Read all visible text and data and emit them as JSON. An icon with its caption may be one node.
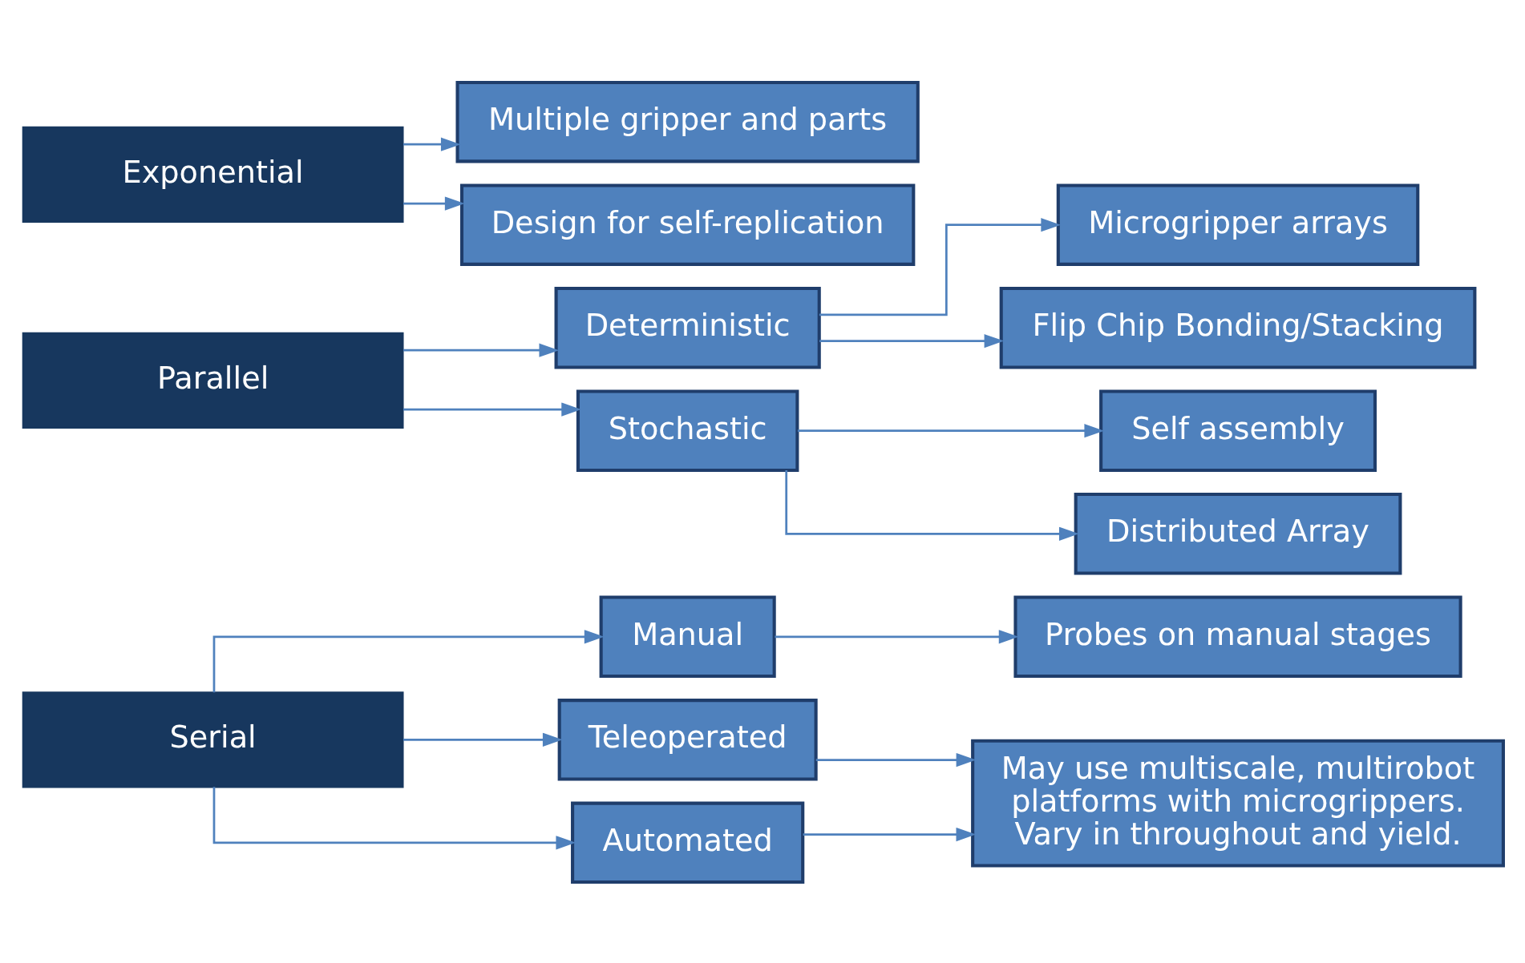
{
  "diagram": {
    "nodes": [
      {
        "text": [
          "Serial"
        ]
      },
      {
        "text": [
          "Manual"
        ]
      },
      {
        "text": [
          "Teleoperated"
        ]
      },
      {
        "text": [
          "Automated"
        ]
      },
      {
        "text": [
          "Probes on manual stages"
        ]
      },
      {
        "text": [
          "May use multiscale, multirobot platforms with microgrippers. Vary in throughout and yield."
        ]
      },
      {
        "text": [
          "Parallel"
        ]
      },
      {
        "text": [
          "Deterministic"
        ]
      },
      {
        "text": [
          "Stochastic"
        ]
      },
      {
        "text": [
          "Microgripper arrays"
        ]
      },
      {
        "text": [
          "Flip Chip Bonding/Stacking"
        ]
      },
      {
        "text": [
          "Self assembly"
        ]
      },
      {
        "text": [
          "Distributed Array"
        ]
      },
      {
        "text": [
          "Exponential"
        ]
      },
      {
        "text": [
          "Multiple gripper and parts"
        ]
      },
      {
        "text": [
          "Design for self-replication"
        ]
      }
    ],
    "edges": [
      {
        "from": 0,
        "to": 1,
        "arrow": "to"
      },
      {
        "from": 0,
        "to": 2,
        "arrow": "to"
      },
      {
        "from": 0,
        "to": 3,
        "arrow": "to"
      },
      {
        "from": 1,
        "to": 4,
        "arrow": "to"
      },
      {
        "from": 2,
        "to": 5,
        "arrow": "to"
      },
      {
        "from": 3,
        "to": 5,
        "arrow": "to"
      },
      {
        "from": 6,
        "to": 7,
        "arrow": "to"
      },
      {
        "from": 6,
        "to": 8,
        "arrow": "to"
      },
      {
        "from": 7,
        "to": 9,
        "arrow": "to"
      },
      {
        "from": 7,
        "to": 10,
        "arrow": "to"
      },
      {
        "from": 8,
        "to": 11,
        "arrow": "to"
      },
      {
        "from": 8,
        "to": 12,
        "arrow": "to"
      },
      {
        "from": 13,
        "to": 14,
        "arrow": "to"
      },
      {
        "from": 13,
        "to": 15,
        "arrow": "to"
      }
    ]
  }
}
